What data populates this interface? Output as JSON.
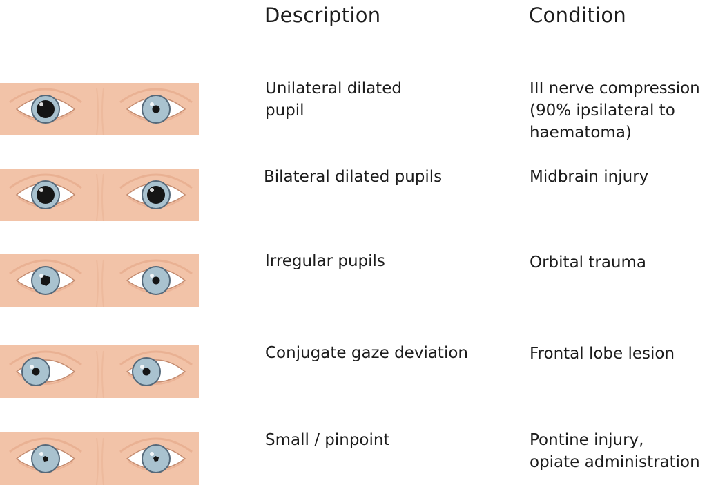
{
  "headers": {
    "description": "Description",
    "condition": "Condition"
  },
  "rows": [
    {
      "description": "Unilateral dilated\npupil",
      "condition": "III nerve compression\n(90% ipsilateral to\nhaematoma)",
      "eyes": {
        "left_pupil": "dilated",
        "right_pupil": "normal",
        "gaze": "center"
      }
    },
    {
      "description": "Bilateral dilated pupils",
      "condition": "Midbrain injury",
      "eyes": {
        "left_pupil": "dilated",
        "right_pupil": "dilated",
        "gaze": "center"
      }
    },
    {
      "description": "Irregular pupils",
      "condition": "Orbital  trauma",
      "eyes": {
        "left_pupil": "irregular",
        "right_pupil": "normal",
        "gaze": "center"
      }
    },
    {
      "description": "Conjugate gaze deviation",
      "condition": "Frontal lobe lesion",
      "eyes": {
        "left_pupil": "normal",
        "right_pupil": "normal",
        "gaze": "left"
      }
    },
    {
      "description": "Small / pinpoint",
      "condition": "Pontine injury,\nopiate administration",
      "eyes": {
        "left_pupil": "pinpoint",
        "right_pupil": "pinpoint",
        "gaze": "center"
      }
    }
  ],
  "colors": {
    "skin": "#f2c3a8",
    "skin_dark": "#e6a98a",
    "iris": "#a9c2cf",
    "sclera": "#ffffff",
    "pupil": "#151515"
  }
}
